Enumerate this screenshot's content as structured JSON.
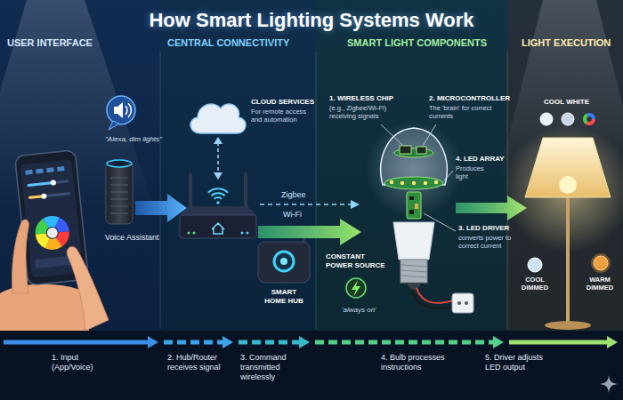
{
  "diagram": {
    "title": "How Smart Lighting Systems Work",
    "nodes": [
      {
        "text": [
          "\"Alexa, dim lights\"",
          "Voice Assistant"
        ]
      },
      {
        "text": [
          "CLOUD SERVICES",
          "For remote access and automation"
        ]
      },
      {
        "text": [
          "SMART HOME HUB"
        ]
      }
    ],
    "labels": [
      "USER INTERFACE",
      "CENTRAL CONNECTIVITY",
      "SMART LIGHT COMPONENTS",
      "LIGHT EXECUTION",
      "Zigbee",
      "Wi-Fi",
      "1. WIRELESS CHIP",
      "(e.g., Zigbee/Wi-Fi) receiving signals",
      "2. MICROCONTROLLER",
      "The 'brain' for correct currents",
      "4. LED ARRAY",
      "Produces light",
      "3. LED DRIVER",
      "converts power to correct current",
      "CONSTANT POWER SOURCE",
      "'always on'",
      "COOL WHITE",
      "COOL DIMMED",
      "WARM DIMMED",
      "1. Input (App/Voice)",
      "2. Hub/Router receives signal",
      "3. Command transmitted wirelessly",
      "4. Bulb processes instructions",
      "5. Driver adjusts LED output"
    ]
  }
}
